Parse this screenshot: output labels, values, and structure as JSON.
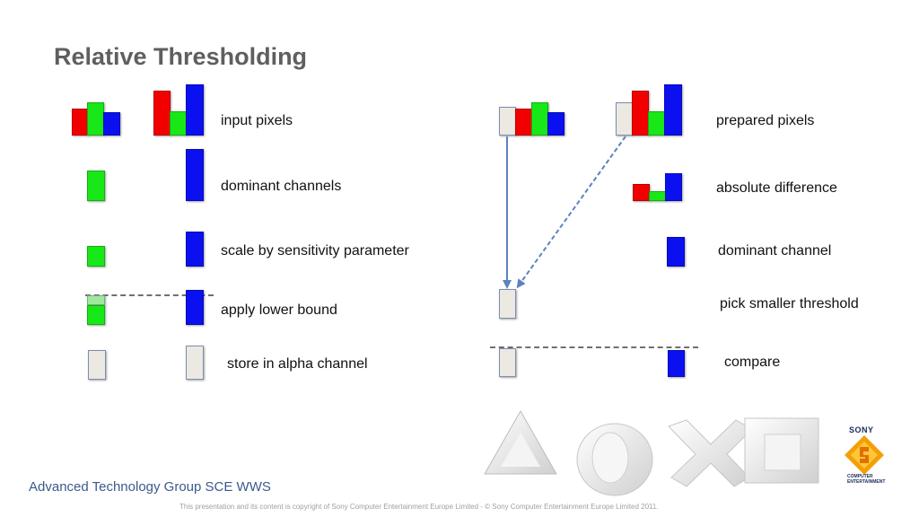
{
  "title": "Relative Thresholding",
  "labels": {
    "input_pixels": "input pixels",
    "dominant_channels": "dominant channels",
    "scale": "scale by sensitivity parameter",
    "lower_bound": "apply lower bound",
    "store_alpha": "store in alpha channel",
    "prepared_pixels": "prepared pixels",
    "abs_diff": "absolute difference",
    "dominant_channel": "dominant channel",
    "pick_smaller": "pick smaller threshold",
    "compare": "compare"
  },
  "footer": {
    "group": "Advanced Technology Group SCE WWS",
    "copyright": "This presentation and its content is copyright of Sony Computer Entertainment Europe Limited - © Sony Computer Entertainment Europe Limited 2011."
  },
  "logo": {
    "brand": "SONY",
    "sub": "COMPUTER ENTERTAINMENT"
  },
  "colors": {
    "red": "#f20000",
    "green": "#18e818",
    "blue": "#0a10f0",
    "alpha": "#ece9e2",
    "arrow": "#5b82c0"
  }
}
